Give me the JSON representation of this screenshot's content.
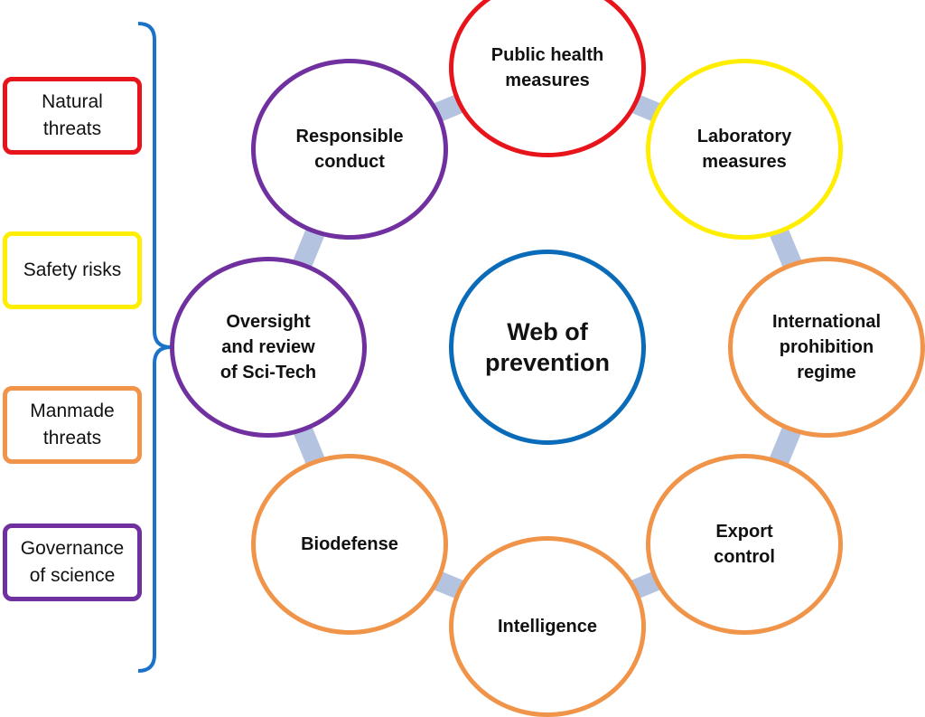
{
  "legend": [
    {
      "id": "natural",
      "label": "Natural\nthreats",
      "color": "#e8141b"
    },
    {
      "id": "safety",
      "label": "Safety risks",
      "color": "#ffee00"
    },
    {
      "id": "manmade",
      "label": "Manmade\nthreats",
      "color": "#f0944a"
    },
    {
      "id": "governance",
      "label": "Governance\nof science",
      "color": "#7030a0"
    }
  ],
  "center": {
    "label": "Web of\nprevention",
    "color": "#0a6bb8"
  },
  "nodes": [
    {
      "id": "public-health",
      "label": "Public health\nmeasures",
      "color": "#e8141b"
    },
    {
      "id": "laboratory",
      "label": "Laboratory\nmeasures",
      "color": "#ffee00"
    },
    {
      "id": "international",
      "label": "International\nprohibition\nregime",
      "color": "#f0944a"
    },
    {
      "id": "export",
      "label": "Export\ncontrol",
      "color": "#f0944a"
    },
    {
      "id": "intelligence",
      "label": "Intelligence",
      "color": "#f0944a"
    },
    {
      "id": "biodefense",
      "label": "Biodefense",
      "color": "#f0944a"
    },
    {
      "id": "oversight",
      "label": "Oversight\nand review\nof Sci-Tech",
      "color": "#7030a0"
    },
    {
      "id": "responsible",
      "label": "Responsible\nconduct",
      "color": "#7030a0"
    }
  ],
  "colors": {
    "ring": "#b4c4e0",
    "bracket": "#1a73c8"
  }
}
